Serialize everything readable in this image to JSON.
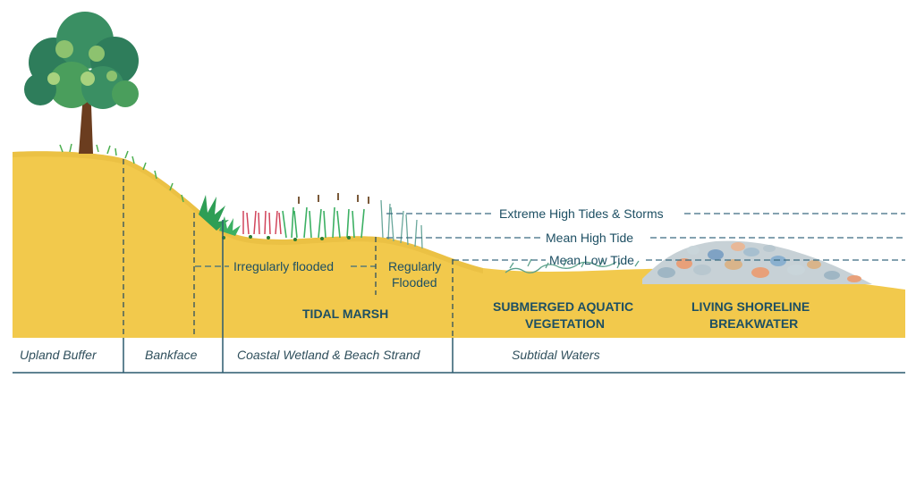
{
  "tide_lines": {
    "extreme": "Extreme High Tides & Storms",
    "mean_high": "Mean High Tide",
    "mean_low": "Mean Low Tide"
  },
  "flood_labels": {
    "irregular": "Irregularly flooded",
    "regular_1": "Regularly",
    "regular_2": "Flooded"
  },
  "zones": {
    "tidal_marsh": "TIDAL MARSH",
    "sav_1": "SUBMERGED AQUATIC",
    "sav_2": "VEGETATION",
    "living_1": "LIVING SHORELINE",
    "living_2": "BREAKWATER"
  },
  "bottom_labels": {
    "upland": "Upland Buffer",
    "bankface": "Bankface",
    "wetland": "Coastal Wetland & Beach Strand",
    "subtidal": "Subtidal Waters"
  },
  "colors": {
    "sand": "#f2c94c",
    "sand_light": "#f7d873",
    "text": "#1d4f63",
    "line": "#3a6b80",
    "grass": "#4caf50"
  }
}
